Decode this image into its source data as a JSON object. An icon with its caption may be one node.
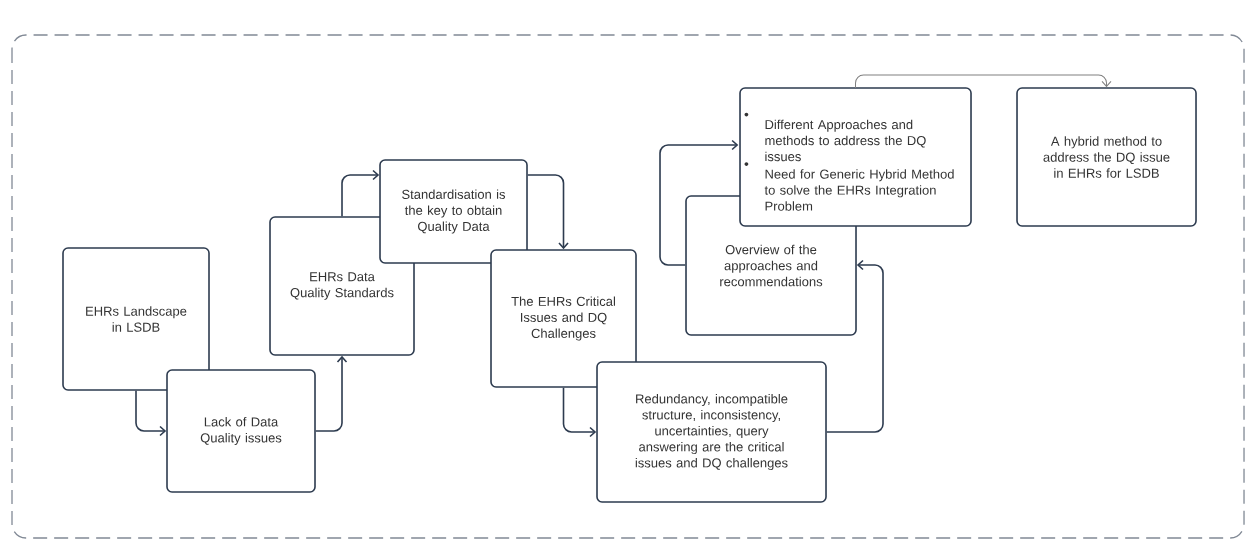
{
  "diagram": {
    "nodes": [
      {
        "text": [
          "EHRs Landscape in LSDB"
        ]
      },
      {
        "text": [
          "Lack of Data Quality issues"
        ]
      },
      {
        "text": [
          "EHRs Data Quality Standards"
        ]
      },
      {
        "text": [
          "Standardisation is the key to obtain Quality Data"
        ]
      },
      {
        "text": [
          "The EHRs Critical Issues and DQ Challenges"
        ]
      },
      {
        "text": [
          "Redundancy, incompatible structure, inconsistency, uncertainties, query answering are the critical issues and DQ challenges"
        ]
      },
      {
        "text": [
          "Overview of the approaches and recommendations"
        ]
      },
      {
        "text": [
          "Different Approaches and methods to address the DQ issues",
          "Need for Generic Hybrid Method to solve the EHRs Integration Problem"
        ]
      },
      {
        "text": [
          "A hybrid method to address the DQ issue in EHRs for LSDB"
        ]
      }
    ],
    "edges": [
      {
        "from": 0,
        "to": 1,
        "arrow": "to"
      },
      {
        "from": 1,
        "to": 2,
        "arrow": "to"
      },
      {
        "from": 2,
        "to": 3,
        "arrow": "to"
      },
      {
        "from": 3,
        "to": 4,
        "arrow": "to"
      },
      {
        "from": 4,
        "to": 5,
        "arrow": "to"
      },
      {
        "from": 5,
        "to": 6,
        "arrow": "to"
      },
      {
        "from": 6,
        "to": 7,
        "arrow": "to"
      },
      {
        "from": 7,
        "to": 8,
        "arrow": "to",
        "color": "#808080"
      }
    ]
  }
}
